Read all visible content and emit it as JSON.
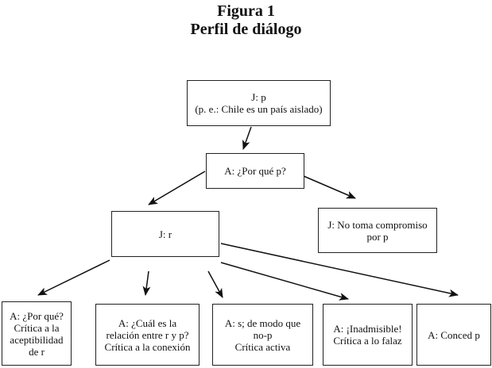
{
  "figure": {
    "title_line1": "Figura 1",
    "title_line2": "Perfil de diálogo"
  },
  "nodes": {
    "jp": {
      "lines": [
        "J: p",
        "(p. e.: Chile es un país aislado)"
      ]
    },
    "aporque": {
      "lines": [
        "A: ¿Por qué p?"
      ]
    },
    "jr": {
      "lines": [
        "J: r"
      ]
    },
    "notoma": {
      "lines": [
        "J: No toma compromiso",
        "por p"
      ]
    },
    "b1": {
      "lines": [
        "A: ¿Por qué?",
        "Crítica a la",
        "aceptibilidad",
        "de r"
      ]
    },
    "b2": {
      "lines": [
        "A: ¿Cuál es la",
        "relación entre r y p?",
        "Crítica a la conexión"
      ]
    },
    "b3": {
      "lines": [
        "A: s; de modo que",
        "no-p",
        "Crítica activa"
      ]
    },
    "b4": {
      "lines": [
        "A: ¡Inadmisible!",
        "Crítica a lo falaz"
      ]
    },
    "b5": {
      "lines": [
        "A: Conced p"
      ]
    }
  },
  "edges": [
    {
      "from": "jp",
      "to": "aporque"
    },
    {
      "from": "aporque",
      "to": "jr"
    },
    {
      "from": "aporque",
      "to": "notoma"
    },
    {
      "from": "jr",
      "to": "b1"
    },
    {
      "from": "jr",
      "to": "b2"
    },
    {
      "from": "jr",
      "to": "b3"
    },
    {
      "from": "jr",
      "to": "b4"
    },
    {
      "from": "jr",
      "to": "b5"
    }
  ]
}
